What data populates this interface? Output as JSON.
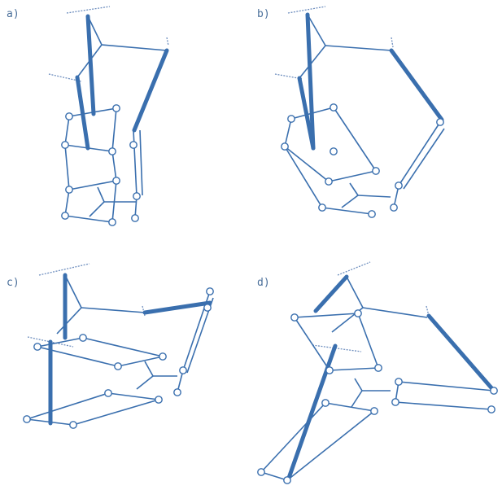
{
  "colors": {
    "link": "#3a6fae",
    "ground": "#6f8fbf",
    "label": "#4a6f9a",
    "background": "#ffffff"
  },
  "panels": [
    {
      "label": "a)"
    },
    {
      "label": "b)"
    },
    {
      "label": "c)"
    },
    {
      "label": "d)"
    }
  ]
}
